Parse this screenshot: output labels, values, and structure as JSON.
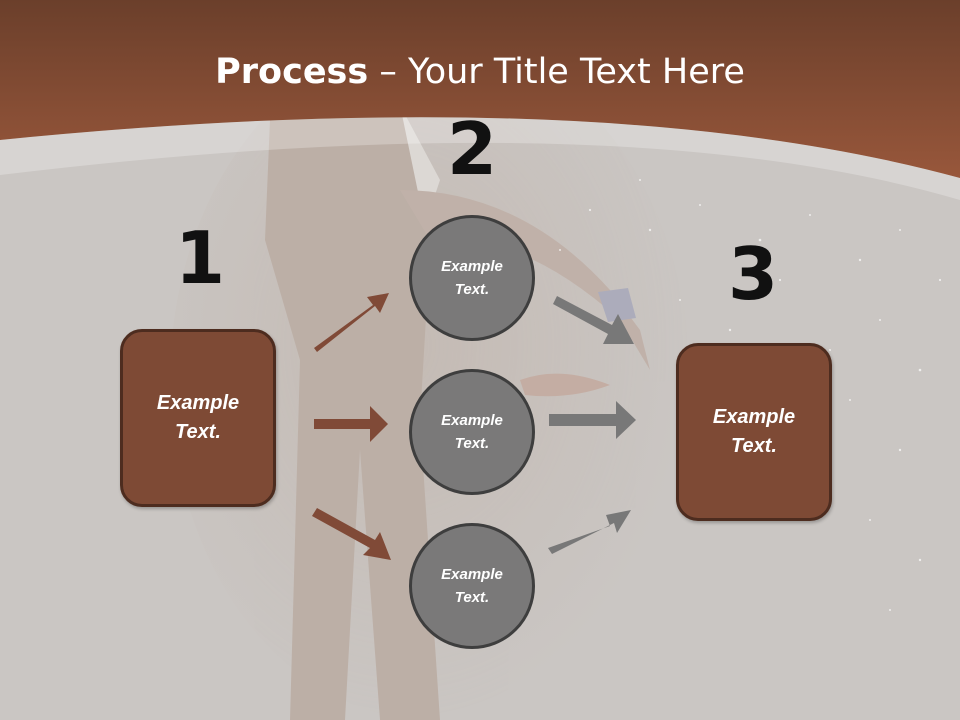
{
  "title": {
    "bold": "Process",
    "dash": " – ",
    "rest": "Your Title Text Here"
  },
  "colors": {
    "header": "#8e5038",
    "brown_box": "#7e4a35",
    "grey_circle": "#7a7979",
    "brown_arrow": "#804a37",
    "grey_arrow": "#787878"
  },
  "steps": {
    "one": "1",
    "two": "2",
    "three": "3"
  },
  "boxes": {
    "left": "Example\nText.",
    "right": "Example\nText."
  },
  "circles": {
    "top": "Example\nText.",
    "middle": "Example\nText.",
    "bottom": "Example\nText."
  }
}
